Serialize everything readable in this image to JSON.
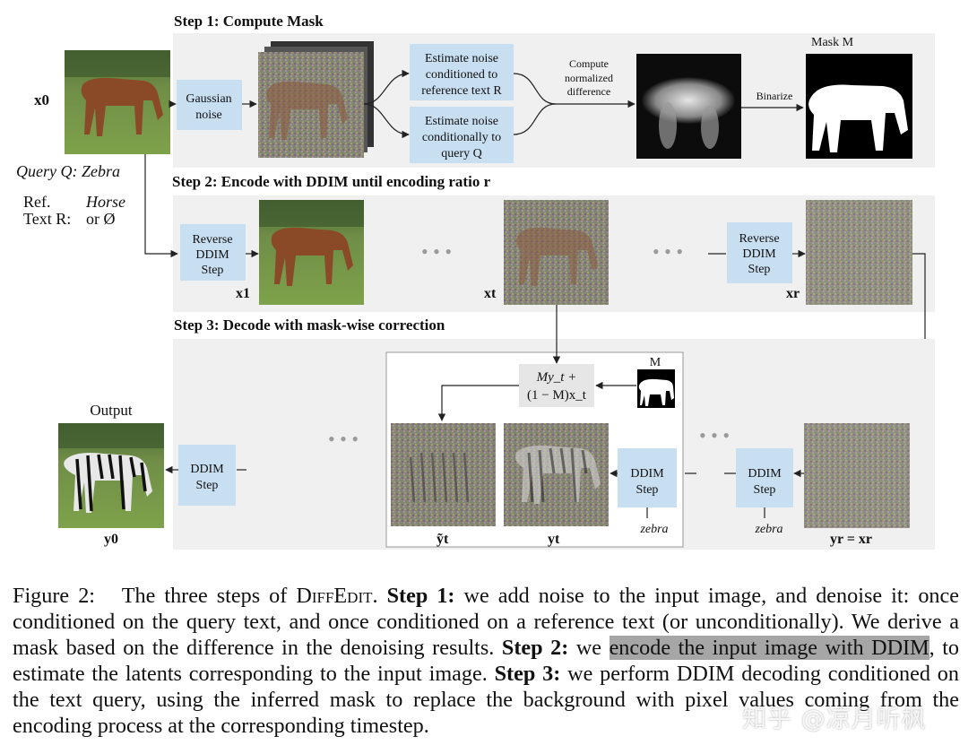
{
  "figure": {
    "step1": {
      "title": "Step 1: Compute Mask",
      "gaussian_noise": [
        "Gaussian",
        "noise"
      ],
      "est_ref": [
        "Estimate noise",
        "conditioned to",
        "reference text R"
      ],
      "est_query": [
        "Estimate noise",
        "conditionally to",
        "query Q"
      ],
      "compute_diff": [
        "Compute",
        "normalized",
        "difference"
      ],
      "binarize": "Binarize",
      "mask_title": "Mask M"
    },
    "inputs": {
      "x0": "x0",
      "query": "Query Q: Zebra",
      "ref_label": [
        "Ref.",
        "Text R:"
      ],
      "ref_value": [
        "Horse",
        "or Ø"
      ]
    },
    "step2": {
      "title": "Step 2: Encode with DDIM until encoding ratio r",
      "reverse_ddim_1": [
        "Reverse",
        "DDIM",
        "Step"
      ],
      "reverse_ddim_2": [
        "Reverse",
        "DDIM",
        "Step"
      ],
      "x1": "x1",
      "xt": "xt",
      "xr": "xr"
    },
    "step3": {
      "title": "Step 3: Decode with mask-wise correction",
      "formula_line1": "My_t +",
      "formula_line2": "(1 − M)x_t",
      "mask_label": "M",
      "output_label": "Output",
      "ddim_output": [
        "DDIM",
        "Step"
      ],
      "ddim_inner": [
        "DDIM",
        "Step"
      ],
      "ddim_right": [
        "DDIM",
        "Step"
      ],
      "zebra_1": "zebra",
      "zebra_2": "zebra",
      "y0": "y0",
      "ytilde": "ỹt",
      "yt": "yt",
      "yr": "yr = xr"
    },
    "dots": "• • •"
  },
  "caption": {
    "fig_label": "Figure 2:",
    "intro": "The three steps of ",
    "method": "DiffEdit",
    "intro_end": ". ",
    "step1_label": "Step 1:",
    "step1_text": " we add noise to the input image, and denoise it: once conditioned on the query text, and once conditioned on a reference text (or unconditionally). We derive a mask based on the difference in the denoising results. ",
    "step2_label": "Step 2:",
    "step2_pre": " we ",
    "step2_highlight": "encode the input image with DDIM",
    "step2_text": ", to estimate the latents corresponding to the input image. ",
    "step3_label": "Step 3:",
    "step3_text": " we perform DDIM decoding conditioned on the text query, using the inferred mask to replace the background with pixel values coming from the encoding process at the corresponding timestep."
  },
  "watermark": "知乎 @凉月听枫",
  "colors": {
    "panel": "#f0f0f0",
    "box": "#c8def1",
    "highlight": "#a6a6a6"
  }
}
